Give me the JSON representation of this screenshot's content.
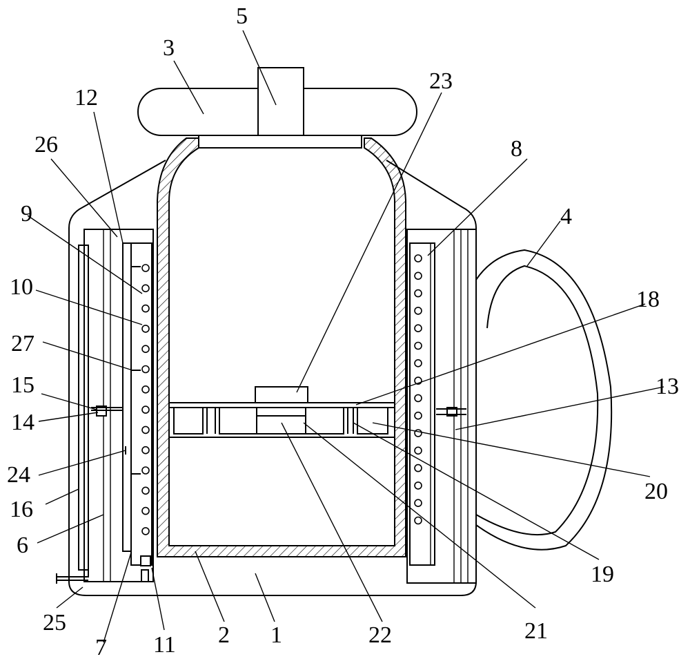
{
  "figure": {
    "background": "#ffffff",
    "stroke": "#000000",
    "labels": {
      "l1": "1",
      "l2": "2",
      "l3": "3",
      "l4": "4",
      "l5": "5",
      "l6": "6",
      "l7": "7",
      "l8": "8",
      "l9": "9",
      "l10": "10",
      "l11": "11",
      "l12": "12",
      "l13": "13",
      "l14": "14",
      "l15": "15",
      "l16": "16",
      "l18": "18",
      "l19": "19",
      "l20": "20",
      "l21": "21",
      "l22": "22",
      "l23": "23",
      "l24": "24",
      "l25": "25",
      "l26": "26",
      "l27": "27"
    }
  }
}
